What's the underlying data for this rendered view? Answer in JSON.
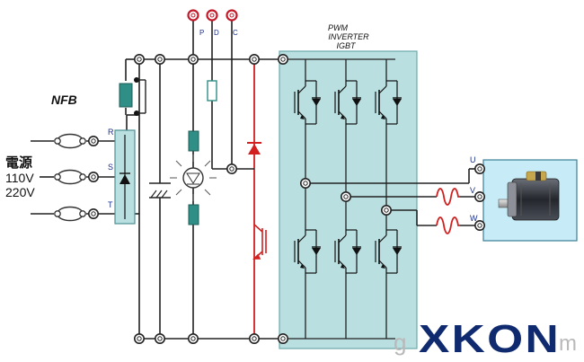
{
  "labels": {
    "nfb": "NFB",
    "supply_line1": "電源",
    "supply_line2": "110V",
    "supply_line3": "220V",
    "phase_r": "R",
    "phase_s": "S",
    "phase_t": "T",
    "terminal_p": "P",
    "terminal_d": "D",
    "terminal_c": "C",
    "pwm_line1": "PWM",
    "pwm_line2": "INVERTER",
    "pwm_line3": "IGBT",
    "out_u": "U",
    "out_v": "V",
    "out_w": "W"
  },
  "watermark": {
    "prefix": "g",
    "brand": "XKON",
    "suffix": "m"
  },
  "icons": {
    "motor": "servo-motor-icon",
    "lamp": "indicator-lamp-icon"
  },
  "colors": {
    "inverter_fill": "#b9dfe0",
    "motor_panel": "#c8ecf7",
    "red_path": "#d21f1f",
    "component_teal": "#2f8f86",
    "brand_navy": "#0f2a6e"
  }
}
